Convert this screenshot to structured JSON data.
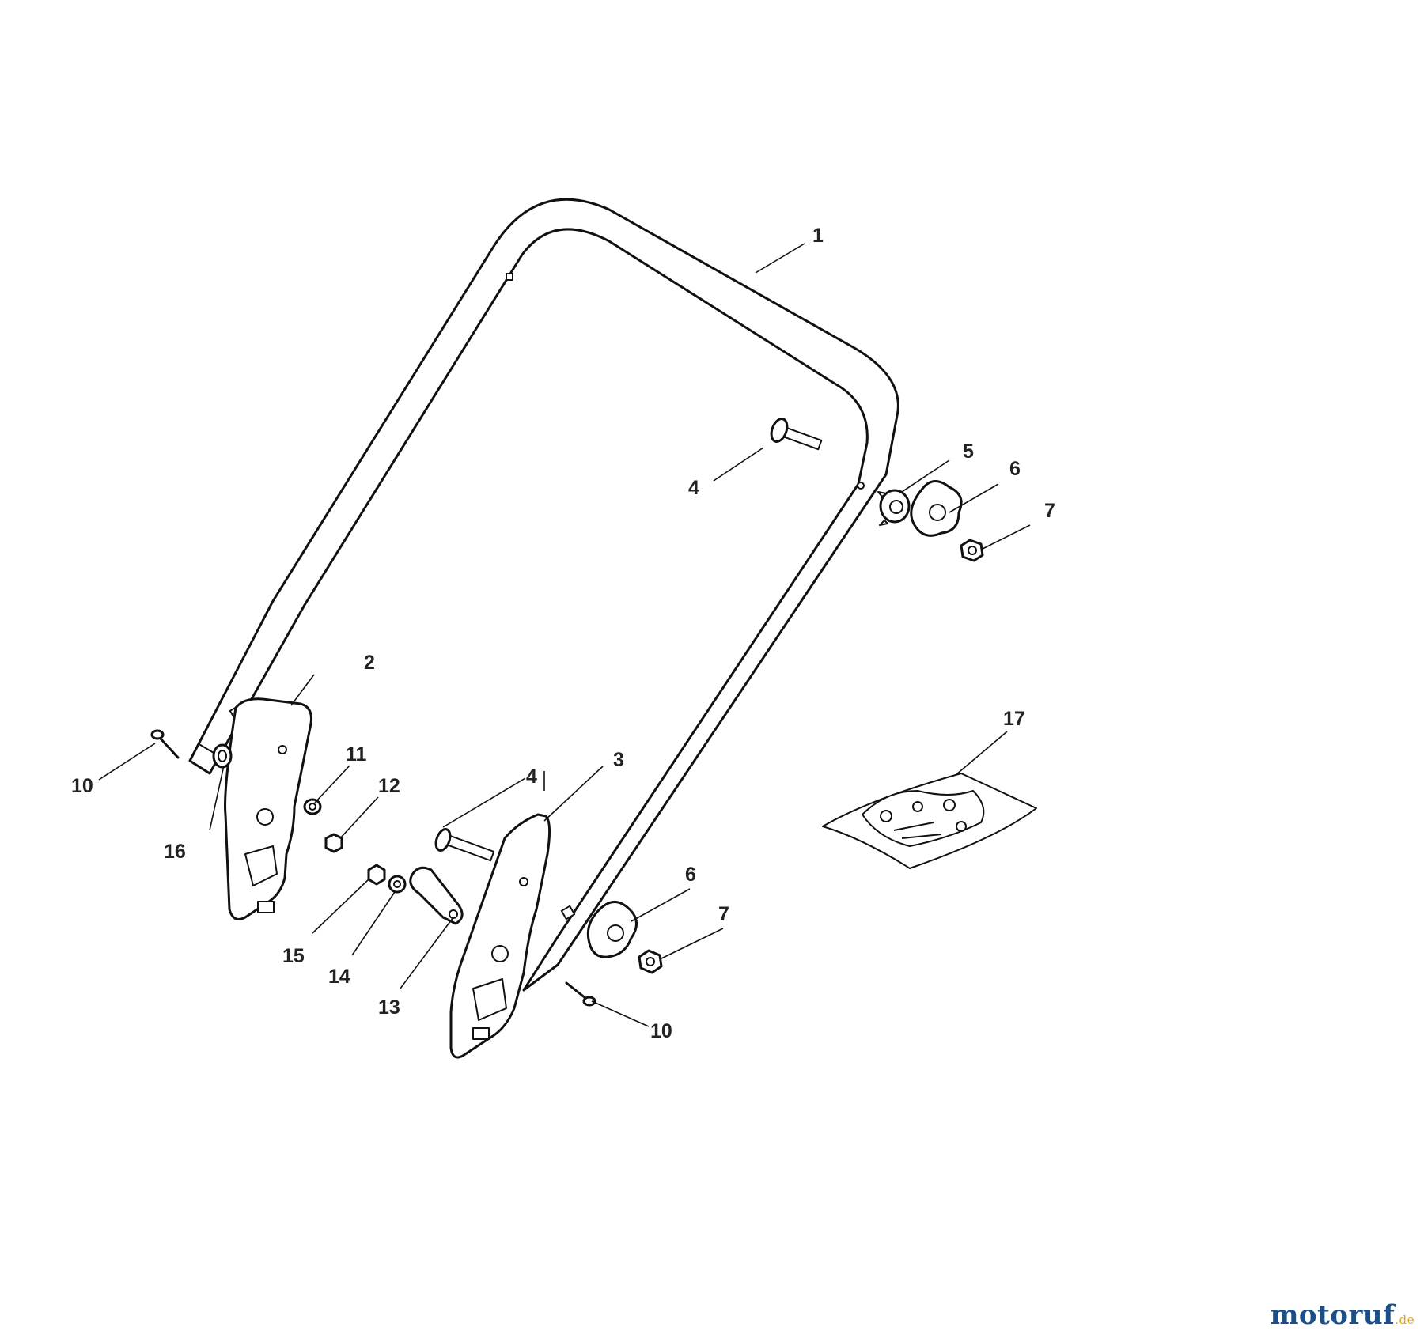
{
  "callouts": {
    "c1": "1",
    "c2": "2",
    "c3": "3",
    "c4a": "4",
    "c4b": "4",
    "c5": "5",
    "c6a": "6",
    "c6b": "6",
    "c7a": "7",
    "c7b": "7",
    "c10a": "10",
    "c10b": "10",
    "c11": "11",
    "c12": "12",
    "c13": "13",
    "c14": "14",
    "c15": "15",
    "c16": "16",
    "c17": "17"
  },
  "watermark": {
    "main": "motoruf",
    "suffix": ".de"
  },
  "colors": {
    "line": "#111111",
    "watermark_main": "#1a4f8a",
    "watermark_accent": "#e8a21a"
  }
}
